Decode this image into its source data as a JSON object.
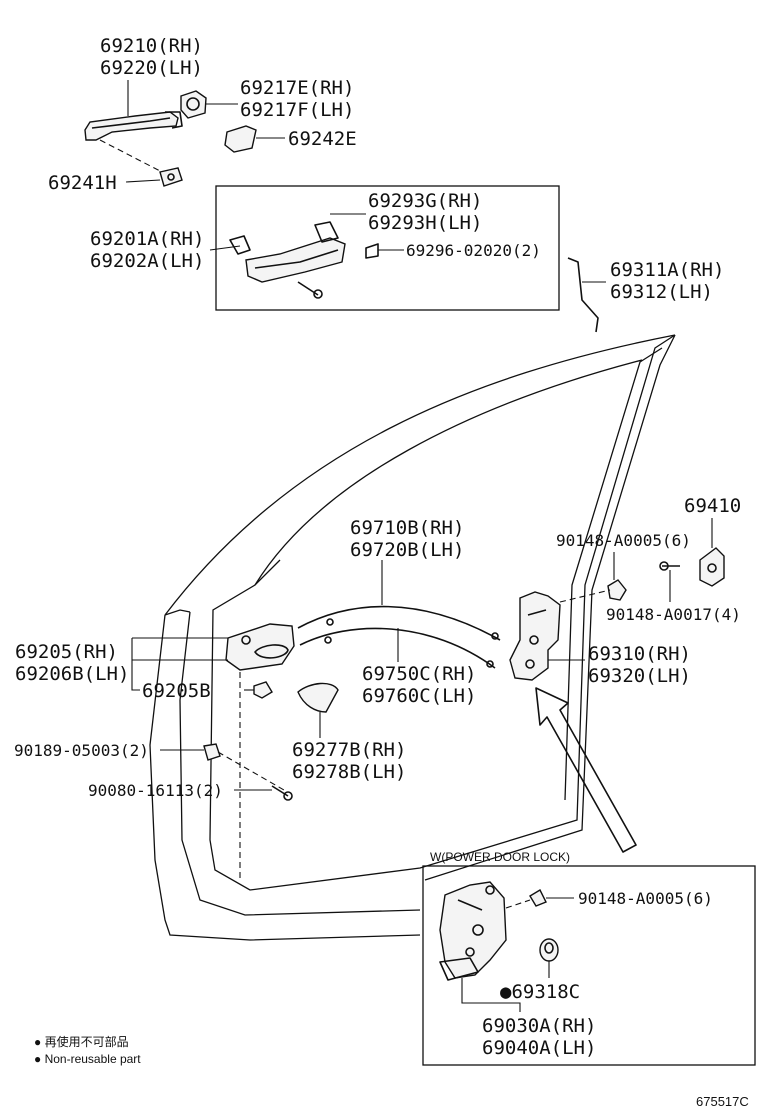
{
  "labels": {
    "p69210": "69210(RH)",
    "p69220": "69220(LH)",
    "p69217E": "69217E(RH)",
    "p69217F": "69217F(LH)",
    "p69242E": "69242E",
    "p69241H": "69241H",
    "p69293G": "69293G(RH)",
    "p69293H": "69293H(LH)",
    "p69201A": "69201A(RH)",
    "p69202A": "69202A(LH)",
    "p69296": "69296-02020(2)",
    "p69311A": "69311A(RH)",
    "p69312": "69312(LH)",
    "p69410": "69410",
    "p90148_6": "90148-A0005(6)",
    "p90148_4": "90148-A0017(4)",
    "p69710B": "69710B(RH)",
    "p69720B": "69720B(LH)",
    "p69205": "69205(RH)",
    "p69206B": "69206B(LH)",
    "p69205B": "69205B",
    "p69750C": "69750C(RH)",
    "p69760C": "69760C(LH)",
    "p69310": "69310(RH)",
    "p69320": "69320(LH)",
    "p90189": "90189-05003(2)",
    "p69277B": "69277B(RH)",
    "p69278B": "69278B(LH)",
    "p90080": "90080-16113(2)",
    "powerLockTitle": "W(POWER DOOR LOCK)",
    "p90148_6b": "90148-A0005(6)",
    "p69318C": "●69318C",
    "p69030A": "69030A(RH)",
    "p69040A": "69040A(LH)"
  },
  "legend": {
    "chinese": "● 再使用不可部品",
    "english": "● Non-reusable part"
  },
  "figure_id": "675517C"
}
